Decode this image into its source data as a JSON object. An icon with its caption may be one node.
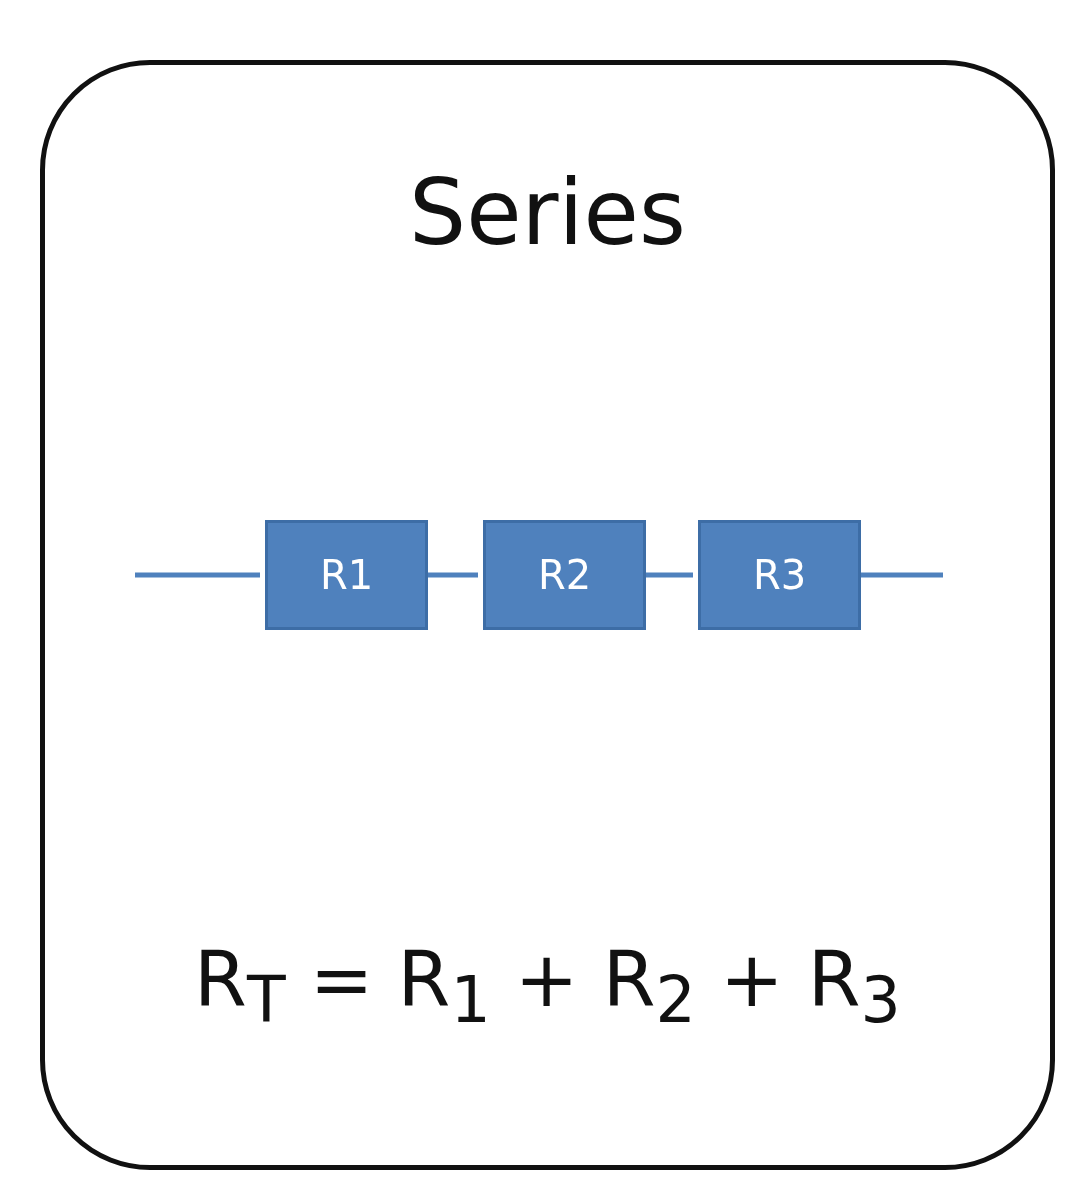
{
  "diagram": {
    "nodes": [
      {
        "text": [
          "Series",
          "R$_{T}$ = R$_{1}$ + R$_{2}$ + R$_{3}$"
        ]
      },
      {
        "text": [
          "R1"
        ],
        "in": 0
      },
      {
        "text": [
          "R2"
        ],
        "in": 0
      },
      {
        "text": [
          "R3"
        ],
        "in": 0
      }
    ],
    "edges": [
      {
        "from": null,
        "to": 1,
        "arrow": "none"
      },
      {
        "from": 1,
        "to": 2,
        "arrow": "none"
      },
      {
        "from": 2,
        "to": 3,
        "arrow": "none"
      },
      {
        "from": 3,
        "to": null,
        "arrow": "none"
      }
    ]
  }
}
